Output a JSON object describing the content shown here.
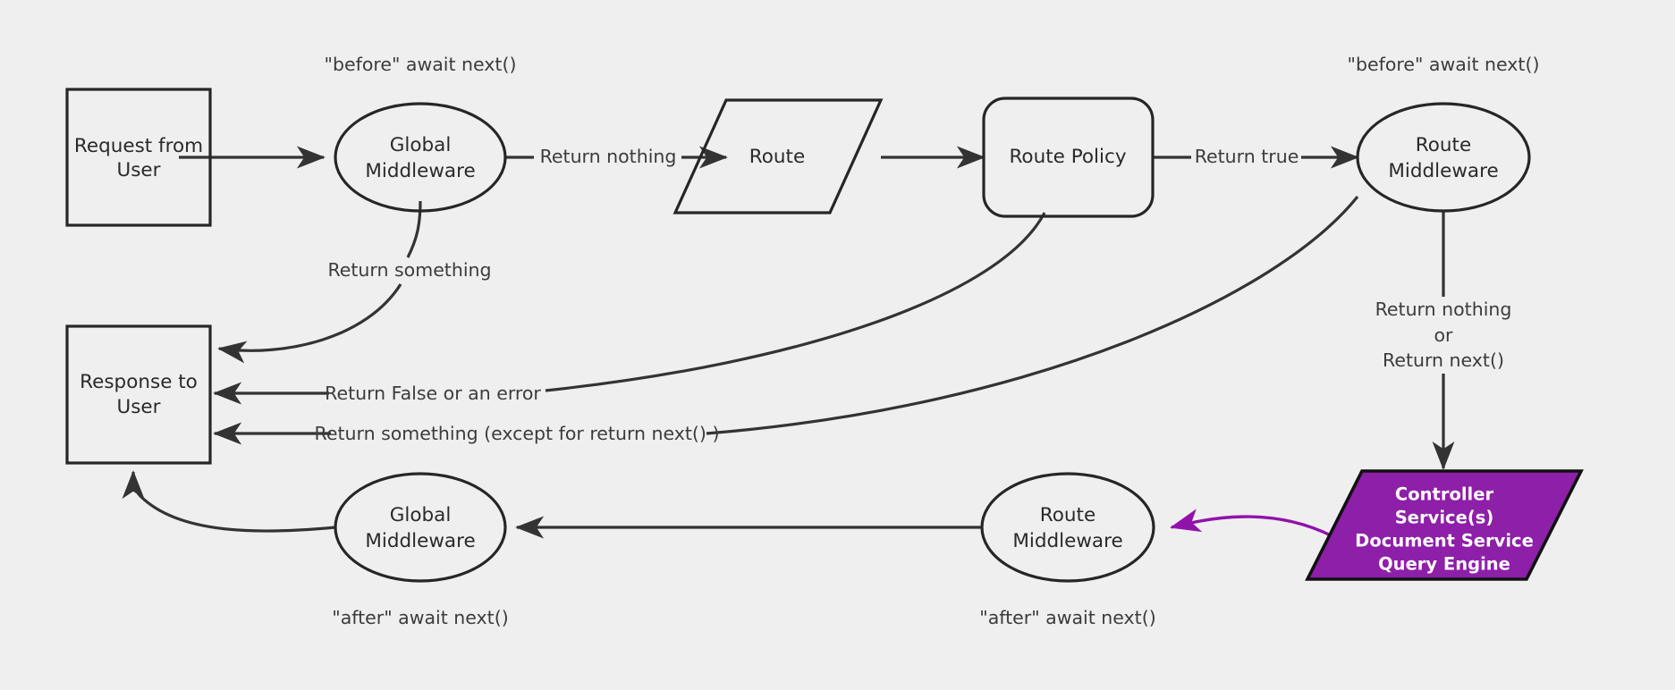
{
  "diagram": {
    "title": "Middleware request lifecycle flowchart",
    "background_color": "#efefef",
    "stroke_color": "#262626",
    "accent_color": "#8e1fa8",
    "nodes": {
      "request_from_user": {
        "line1": "Request from",
        "line2": "User",
        "shape": "rectangle"
      },
      "global_middleware_top": {
        "line1": "Global",
        "line2": "Middleware",
        "shape": "ellipse"
      },
      "route": {
        "line1": "Route",
        "shape": "parallelogram"
      },
      "route_policy": {
        "line1": "Route Policy",
        "shape": "rounded-rectangle"
      },
      "route_middleware_top": {
        "line1": "Route",
        "line2": "Middleware",
        "shape": "ellipse"
      },
      "controller": {
        "line1": "Controller",
        "line2": "Service(s)",
        "line3": "Document Service",
        "line4": "Query Engine",
        "shape": "parallelogram",
        "fill": "#8e1fa8"
      },
      "response_to_user": {
        "line1": "Response to",
        "line2": "User",
        "shape": "rectangle"
      },
      "global_middleware_bottom": {
        "line1": "Global",
        "line2": "Middleware",
        "shape": "ellipse"
      },
      "route_middleware_bottom": {
        "line1": "Route",
        "line2": "Middleware",
        "shape": "ellipse"
      }
    },
    "annotations": {
      "before_global": "\"before\" await next()",
      "before_route_mw": "\"before\" await next()",
      "after_global": "\"after\" await next()",
      "after_route_mw": "\"after\" await next()"
    },
    "edge_labels": {
      "return_nothing": "Return nothing",
      "return_true": "Return true",
      "return_something": "Return something",
      "return_false_or_error": "Return False or an error",
      "return_something_except": "Return something (except for return next() )",
      "return_nothing_or_next_l1": "Return nothing",
      "return_nothing_or_next_l2": "or",
      "return_nothing_or_next_l3": "Return next()"
    }
  }
}
